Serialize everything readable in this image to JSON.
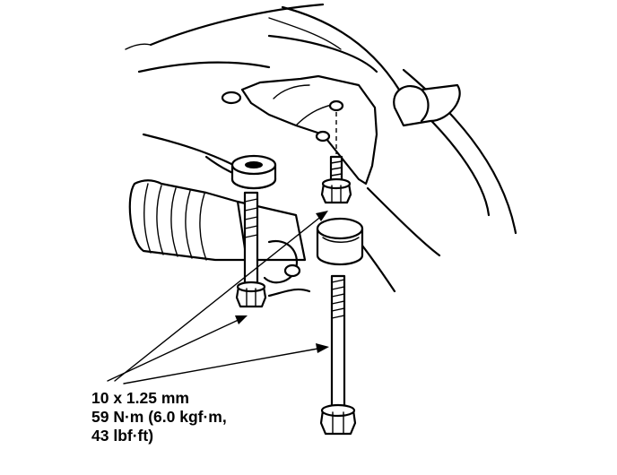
{
  "callout": {
    "size": "10 x 1.25 mm",
    "torque_line1": "59 N·m (6.0 kgf·m,",
    "torque_line2": "43 lbf·ft)"
  }
}
